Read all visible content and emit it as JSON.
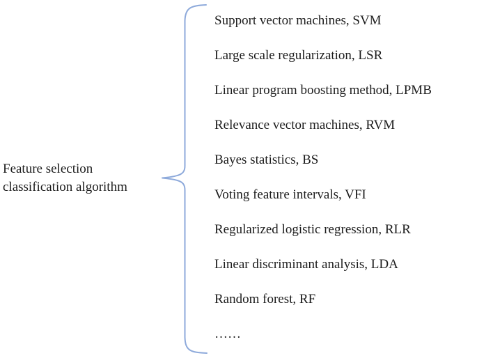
{
  "diagram": {
    "label": {
      "line1": "Feature selection",
      "line2": "classification algorithm"
    },
    "items": [
      "Support vector machines, SVM",
      "Large scale regularization, LSR",
      "Linear program boosting method, LPMB",
      "Relevance vector machines, RVM",
      "Bayes statistics, BS",
      "Voting feature intervals, VFI",
      "Regularized logistic regression, RLR",
      "Linear discriminant analysis, LDA",
      "Random forest, RF",
      "……"
    ],
    "brace_color": "#8EAADB",
    "text_color": "#1c1c1c"
  }
}
